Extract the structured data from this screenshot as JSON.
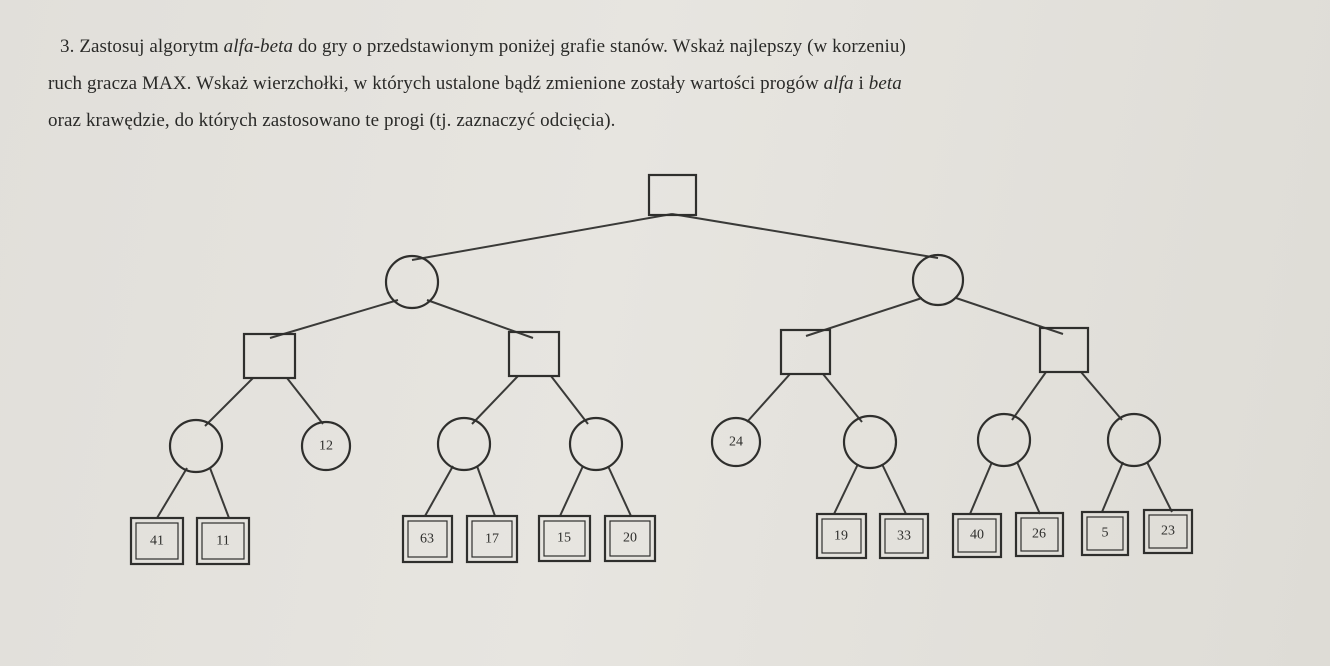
{
  "task": {
    "number": "3.",
    "line1_a": "Zastosuj algorytm ",
    "line1_em": "alfa-beta",
    "line1_b": " do gry o przedstawionym poniżej grafie stanów. Wskaż najlepszy (w korzeniu)",
    "line2_a": "ruch gracza MAX. Wskaż wierzchołki, w których ustalone bądź zmienione zostały wartości progów ",
    "line2_em1": "alfa",
    "line2_b": " i ",
    "line2_em2": "beta",
    "line3": "oraz krawędzie, do których zastosowano te progi (tj. zaznaczyć odcięcia)."
  },
  "tree": {
    "root": {
      "type": "max",
      "children": [
        {
          "type": "min",
          "children": [
            {
              "type": "max",
              "children": [
                {
                  "type": "min",
                  "children": [
                    {
                      "leaf": "41"
                    },
                    {
                      "leaf": "11"
                    }
                  ]
                },
                {
                  "value_circle": "12"
                }
              ]
            },
            {
              "type": "max",
              "children": [
                {
                  "type": "min",
                  "children": [
                    {
                      "leaf": "63"
                    },
                    {
                      "leaf": "17"
                    }
                  ]
                },
                {
                  "type": "min",
                  "children": [
                    {
                      "leaf": "15"
                    },
                    {
                      "leaf": "20"
                    }
                  ]
                }
              ]
            }
          ]
        },
        {
          "type": "min",
          "children": [
            {
              "type": "max",
              "children": [
                {
                  "value_circle": "24"
                },
                {
                  "type": "min",
                  "children": [
                    {
                      "leaf": "19"
                    },
                    {
                      "leaf": "33"
                    }
                  ]
                }
              ]
            },
            {
              "type": "max",
              "children": [
                {
                  "type": "min",
                  "children": [
                    {
                      "leaf": "40"
                    },
                    {
                      "leaf": "26"
                    }
                  ]
                },
                {
                  "type": "min",
                  "children": [
                    {
                      "leaf": "5"
                    },
                    {
                      "leaf": "23"
                    }
                  ]
                }
              ]
            }
          ]
        }
      ]
    },
    "leaves": [
      "41",
      "11",
      "63",
      "17",
      "15",
      "20",
      "19",
      "33",
      "40",
      "26",
      "5",
      "23"
    ],
    "circle_values": [
      "12",
      "24"
    ]
  }
}
